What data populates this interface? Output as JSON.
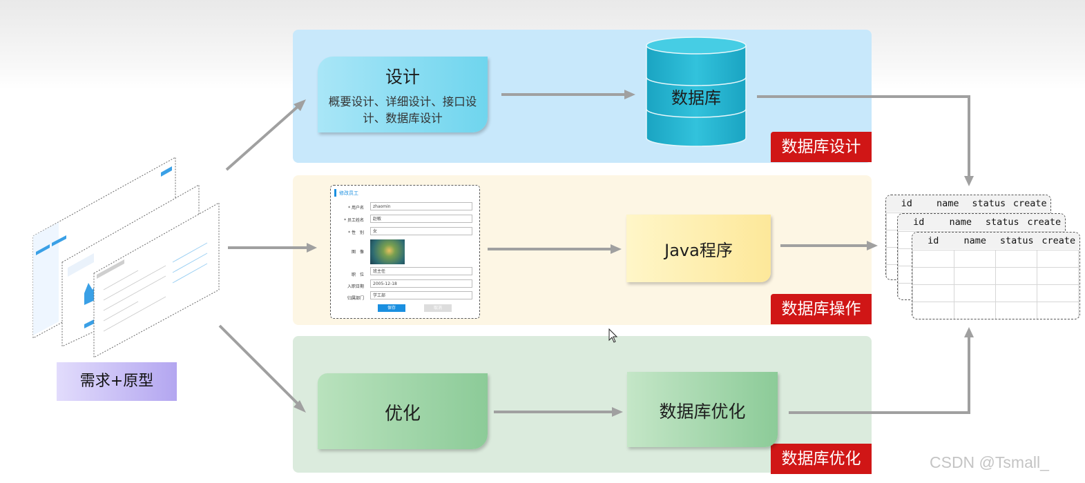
{
  "requirement": {
    "label": "需求+原型"
  },
  "design_band": {
    "title": "设计",
    "subtitle": "概要设计、详细设计、接口设计、数据库设计",
    "database": "数据库",
    "tag": "数据库设计"
  },
  "operate_band": {
    "form": {
      "title": "修改员工",
      "fields": [
        {
          "label": "* 用户名",
          "value": "zhaomin"
        },
        {
          "label": "* 员工姓名",
          "value": "赵敏"
        },
        {
          "label": "* 性　别",
          "value": "女"
        },
        {
          "label": "图　像",
          "value": ""
        },
        {
          "label": "职　位",
          "value": "班主任"
        },
        {
          "label": "入职日期",
          "value": "2005-12-18"
        },
        {
          "label": "归属部门",
          "value": "学工部"
        }
      ],
      "save": "保存",
      "cancel": "取消"
    },
    "java": "Java程序",
    "tag": "数据库操作"
  },
  "optimize_band": {
    "optimize": "优化",
    "db_optimize": "数据库优化",
    "tag": "数据库优化"
  },
  "tables": {
    "columns": [
      "id",
      "name",
      "status",
      "create"
    ]
  },
  "watermark": "CSDN @Tsmall_",
  "colors": {
    "design_bg": "#c8e8fb",
    "operate_bg": "#fdf6e4",
    "optimize_bg": "#dbebdd",
    "tag_red": "#d01616",
    "arrow_gray": "#a0a0a0",
    "db_cyan": "#25b5d0"
  }
}
